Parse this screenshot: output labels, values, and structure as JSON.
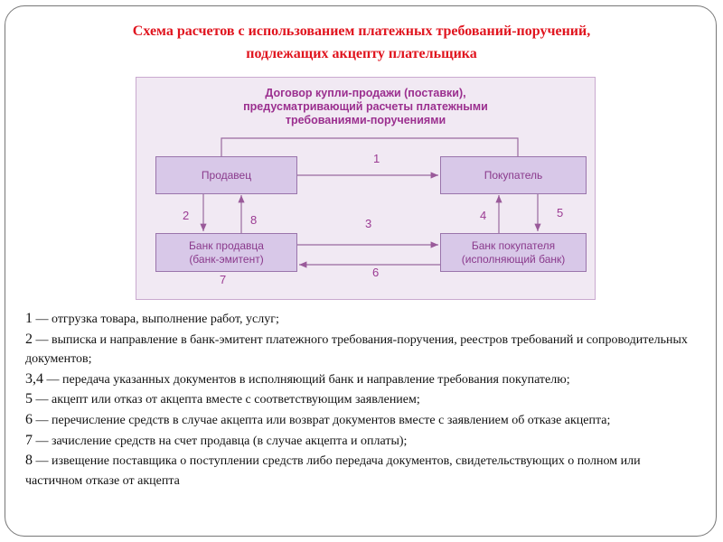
{
  "title": {
    "line1": "Схема расчетов с использованием платежных требований-поручений,",
    "line2": "подлежащих акцепту плательщика"
  },
  "diagram": {
    "contract": {
      "line1": "Договор купли-продажи (поставки),",
      "line2": "предусматривающий расчеты платежными",
      "line3": "требованиями-поручениями"
    },
    "seller": "Продавец",
    "buyer": "Покупатель",
    "seller_bank": {
      "line1": "Банк продавца",
      "line2": "(банк-эмитент)"
    },
    "buyer_bank": {
      "line1": "Банк покупателя",
      "line2": "(исполняющий банк)"
    },
    "steps": [
      "1",
      "2",
      "3",
      "4",
      "5",
      "6",
      "7",
      "8"
    ]
  },
  "legend": [
    {
      "num": "1",
      "text": " — отгрузка товара, выполнение работ, услуг;"
    },
    {
      "num": "2",
      "text": " — выписка и направление в банк-эмитент платежного требования-поручения, реестров требований и сопроводительных документов;"
    },
    {
      "num": "3,4",
      "text": " — передача указанных документов в исполняющий банк и направление требования покупателю;"
    },
    {
      "num": "5",
      "text": " — акцепт или отказ от акцепта вместе с соответствующим заявлением;"
    },
    {
      "num": "6",
      "text": " — перечисление средств в случае акцепта или возврат документов вместе с заявлением об отказе акцепта;"
    },
    {
      "num": "7",
      "text": " — зачисление средств на счет продавца (в случае акцепта и оплаты);"
    },
    {
      "num": "8",
      "text": " — извещение поставщика о поступлении средств либо передача документов, свидетельствующих о полном или частичном отказе от акцепта"
    }
  ]
}
